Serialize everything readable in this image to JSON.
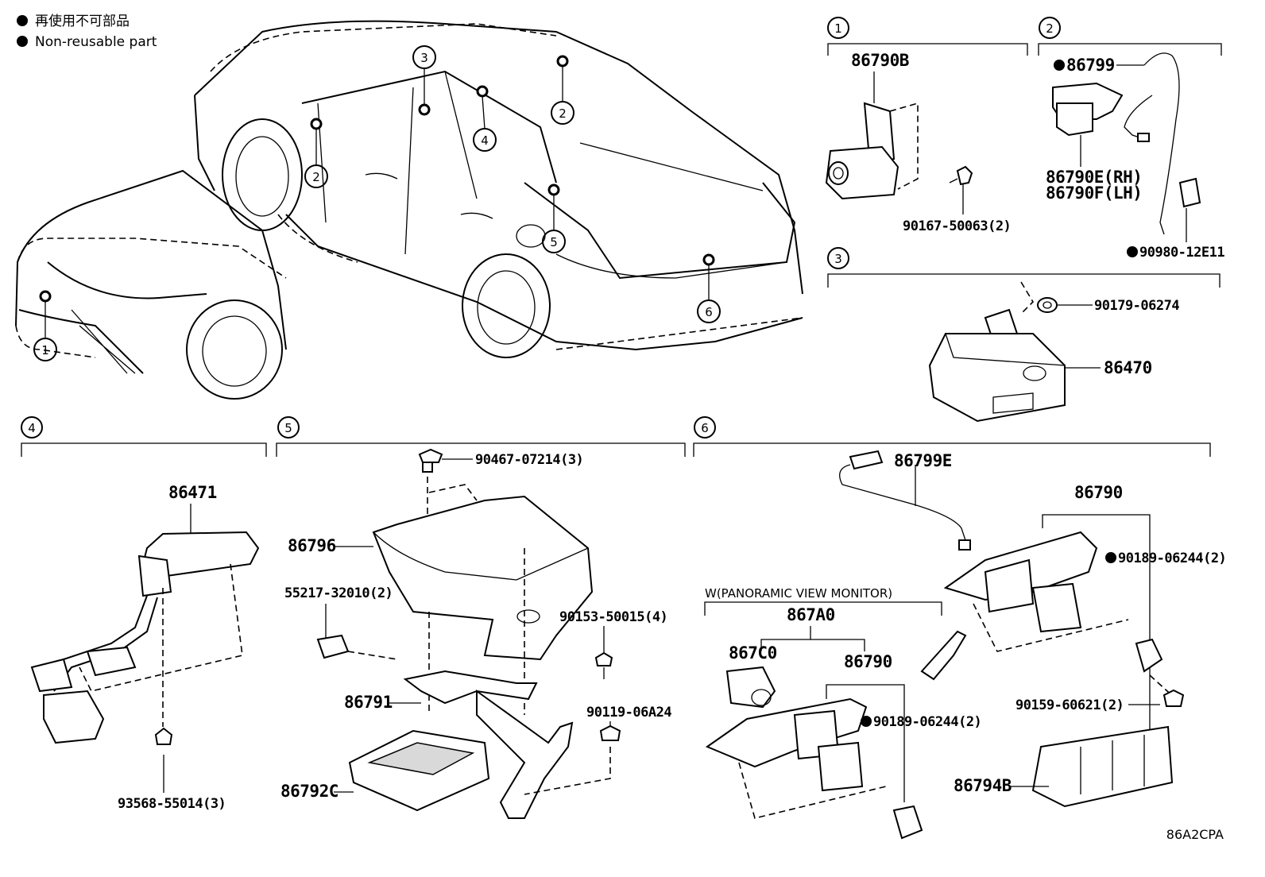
{
  "legend": {
    "jp": "再使用不可部品",
    "en": "Non-reusable part"
  },
  "illustration_code": "86A2CPA",
  "callouts": {
    "c1": "1",
    "c2": "2",
    "c3": "3",
    "c4": "4",
    "c5": "5",
    "c6": "6"
  },
  "section1": {
    "p_86790B": "86790B",
    "p_90167": "90167-50063(2)"
  },
  "section2": {
    "p_86799": "86799",
    "p_86790E": "86790E(RH)",
    "p_86790F": "86790F(LH)",
    "p_90980": "90980-12E11"
  },
  "section3": {
    "p_90179": "90179-06274",
    "p_86470": "86470"
  },
  "section4": {
    "p_86471": "86471",
    "p_93568": "93568-55014(3)"
  },
  "section5": {
    "p_90467": "90467-07214(3)",
    "p_86796": "86796",
    "p_55217": "55217-32010(2)",
    "p_90153": "90153-50015(4)",
    "p_86791": "86791",
    "p_90119": "90119-06A24",
    "p_86792C": "86792C"
  },
  "section6": {
    "p_86799E": "86799E",
    "p_86790_top": "86790",
    "p_90189_top": "90189-06244(2)",
    "panoramic_note": "W(PANORAMIC VIEW MONITOR)",
    "p_867A0": "867A0",
    "p_867C0": "867C0",
    "p_86790_bottom": "86790",
    "p_90189_bottom": "90189-06244(2)",
    "p_90159": "90159-60621(2)",
    "p_86794B": "86794B"
  }
}
